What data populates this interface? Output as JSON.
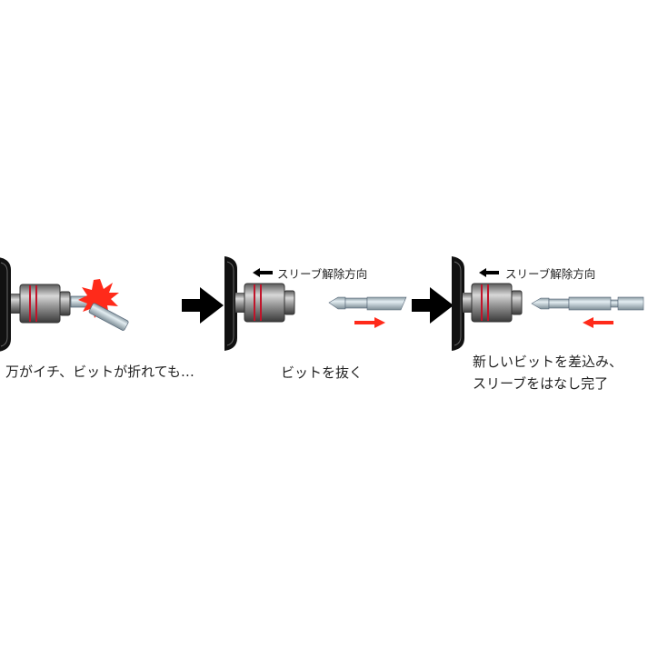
{
  "steps": [
    {
      "caption": "万がイチ、ビットが折れても…"
    },
    {
      "direction_label": "スリーブ解除方向",
      "caption": "ビットを抜く"
    },
    {
      "direction_label": "スリーブ解除方向",
      "caption_line1": "新しいビットを差込み、",
      "caption_line2": "スリーブをはなし完了"
    }
  ],
  "colors": {
    "accent_red": "#ff2a1a",
    "arrow_black": "#000000",
    "ring_red": "#c0142a"
  }
}
